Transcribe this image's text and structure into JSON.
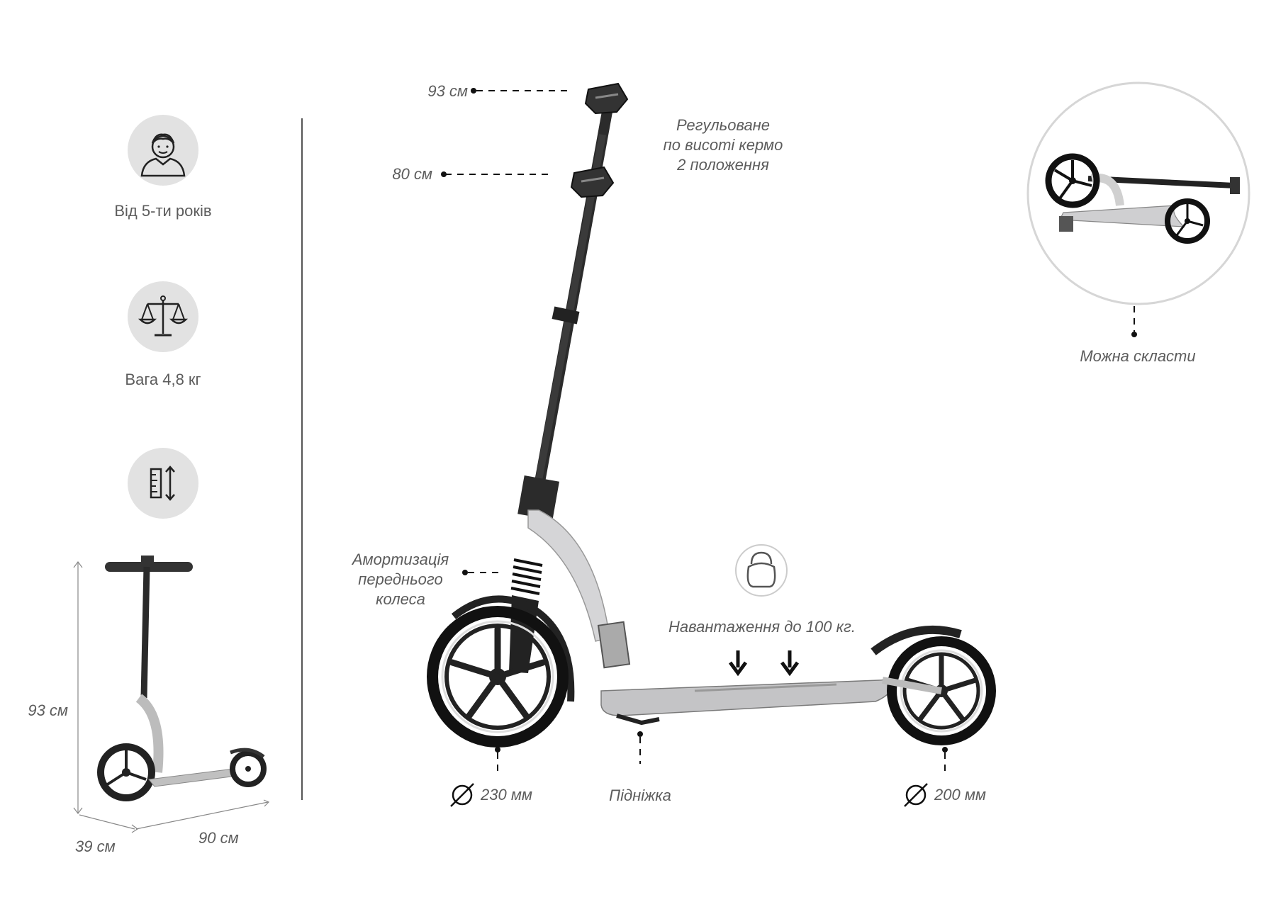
{
  "features": {
    "age": "Від 5-ти років",
    "weight": "Вага 4,8 кг"
  },
  "dimensions": {
    "height": "93 см",
    "width": "39 см",
    "length": "90 см"
  },
  "handlebar": {
    "high": "93 см",
    "low": "80 см",
    "caption_line1": "Регульоване",
    "caption_line2": "по висоті кермо",
    "caption_line3": "2 положення"
  },
  "suspension": {
    "line1": "Амортизація",
    "line2": "переднього",
    "line3": "колеса"
  },
  "load": "Навантаження до 100 кг.",
  "front_wheel": "230 мм",
  "kickstand": "Підніжка",
  "rear_wheel": "200 мм",
  "foldable": "Можна скласти",
  "colors": {
    "icon_bg": "#e2e2e2",
    "frame": "#c9c9cb",
    "tube": "#2b2b2b",
    "text": "#5c5c5c"
  }
}
